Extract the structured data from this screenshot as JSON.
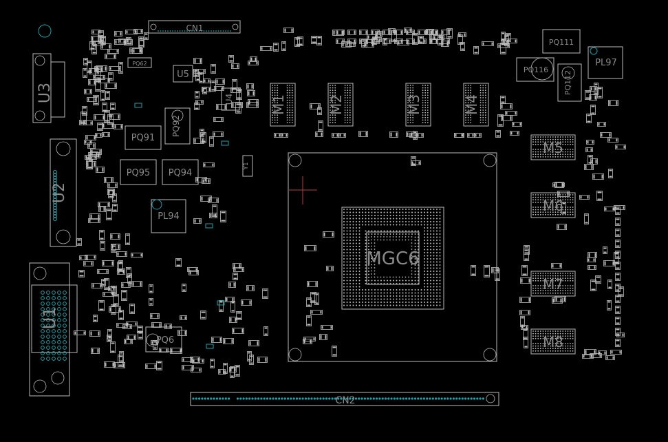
{
  "board": {
    "background": "#000000",
    "outline_color": "#bdbdbd",
    "label_color": "#8a8a8a",
    "teal_color": "#2a9ea6",
    "marker_color": "#b04040"
  },
  "components": {
    "cn1": "CN1",
    "cn2": "CN2",
    "u5": "U5",
    "u4": "U4",
    "u3": "U3",
    "u2": "U2",
    "u1": "U1",
    "pq62": "PQ62",
    "pq91": "PQ91",
    "pq92": "PQ92",
    "pq95": "PQ95",
    "pq94": "PQ94",
    "pl94": "PL94",
    "pq6": "PQ6",
    "y1": "Y1",
    "m1": "M1",
    "m2": "M2",
    "m3": "M3",
    "m4": "M4",
    "m5": "M5",
    "m6": "M6",
    "m7": "M7",
    "m8": "M8",
    "mgc6": "MGC6",
    "pq111": "PQ111",
    "pq116": "PQ116",
    "pq112": "PQ112",
    "pl97": "PL97"
  }
}
